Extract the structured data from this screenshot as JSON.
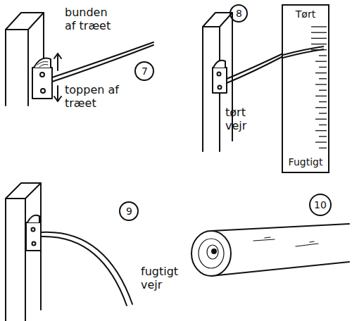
{
  "diagram": {
    "nodes": [
      {
        "text": [
          "Tørt",
          "Fugtigt"
        ]
      }
    ],
    "labels": [
      "bunden af træet",
      "toppen af træet",
      "7",
      "8",
      "tørt vejr",
      "9",
      "fugtigt vejr",
      "10"
    ]
  }
}
